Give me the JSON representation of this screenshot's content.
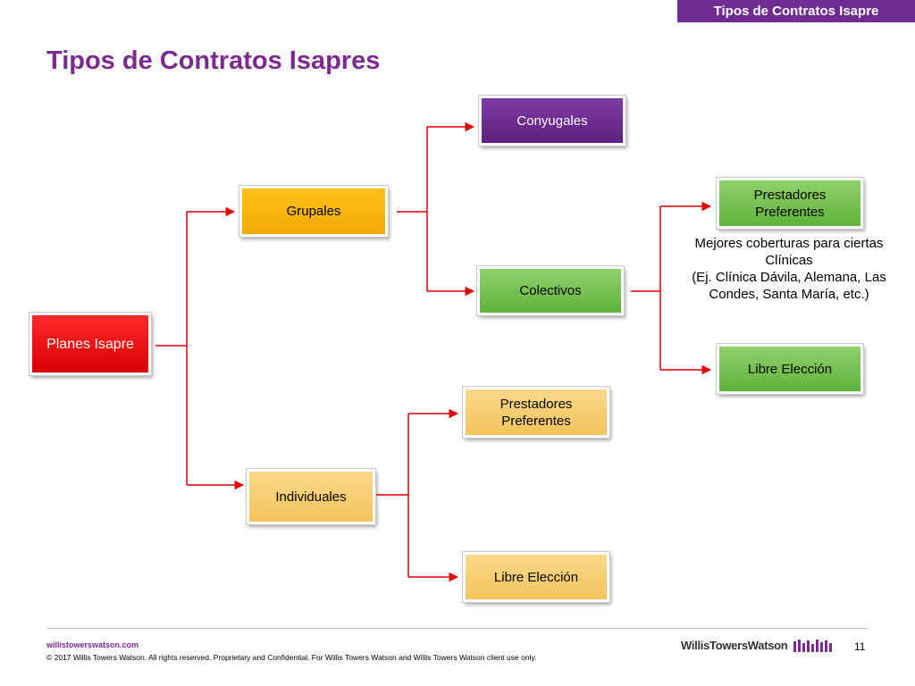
{
  "header": {
    "tag": "Tipos de Contratos Isapre",
    "title": "Tipos de Contratos Isapres"
  },
  "diagram": {
    "root": "Planes Isapre",
    "grupales": "Grupales",
    "individuales": "Individuales",
    "conyugales": "Conyugales",
    "colectivos": "Colectivos",
    "col_prestadores": "Prestadores\nPreferentes",
    "col_libre": "Libre Elección",
    "ind_prestadores": "Prestadores\nPreferentes",
    "ind_libre": "Libre Elección",
    "note": "Mejores coberturas para ciertas Clínicas\n(Ej. Clínica Dávila, Alemana, Las Condes, Santa María, etc.)"
  },
  "colors": {
    "brand_purple": "#6f2c91",
    "connector_red": "#e00000"
  },
  "footer": {
    "site": "willistowerswatson.com",
    "copyright": "© 2017 Willis Towers Watson. All rights reserved. Proprietary and Confidential. For Willis Towers Watson and Willis Towers Watson client use only.",
    "logo": "WillisTowersWatson",
    "page": "11"
  }
}
